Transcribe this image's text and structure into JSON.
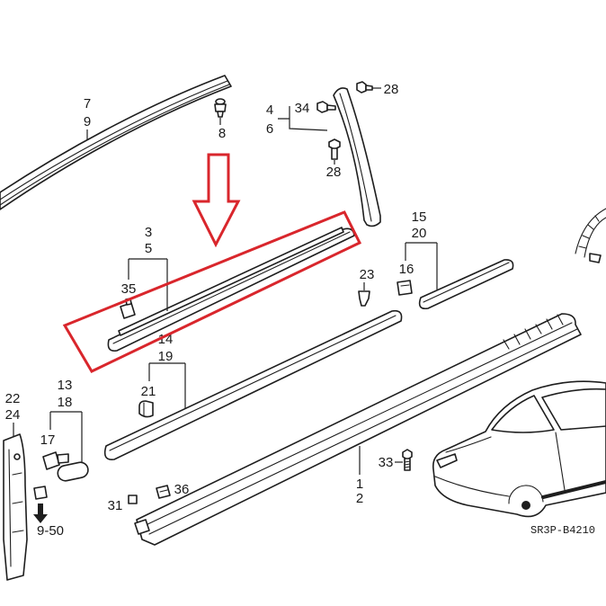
{
  "callouts": {
    "roof_molding": [
      "7",
      "9"
    ],
    "clip_8": "8",
    "pillar_molding": [
      "4",
      "6"
    ],
    "bolt_34": "34",
    "bolt_28_upper": "28",
    "bolt_28_lower": "28",
    "belt_molding": [
      "3",
      "5"
    ],
    "clip_35": "35",
    "rear_side_molding": [
      "15",
      "20"
    ],
    "clip_16": "16",
    "clip_23": "23",
    "door_molding": [
      "14",
      "19"
    ],
    "clip_21": "21",
    "fender_molding": [
      "13",
      "18"
    ],
    "clip_17": "17",
    "mudguard": [
      "22",
      "24"
    ],
    "bolt_33": "33",
    "sill_garnish": [
      "1",
      "2"
    ],
    "clip_31": "31",
    "clip_36": "36"
  },
  "references": {
    "page_ref": "9-50",
    "drawing_code": "SR3P-B4210"
  },
  "colors": {
    "line": "#1e1e1e",
    "highlight": "#d9262c",
    "background": "#ffffff"
  },
  "icons": {
    "see_page_arrow": "arrow-down-icon",
    "highlight_arrow": "arrow-down-outline-icon"
  }
}
